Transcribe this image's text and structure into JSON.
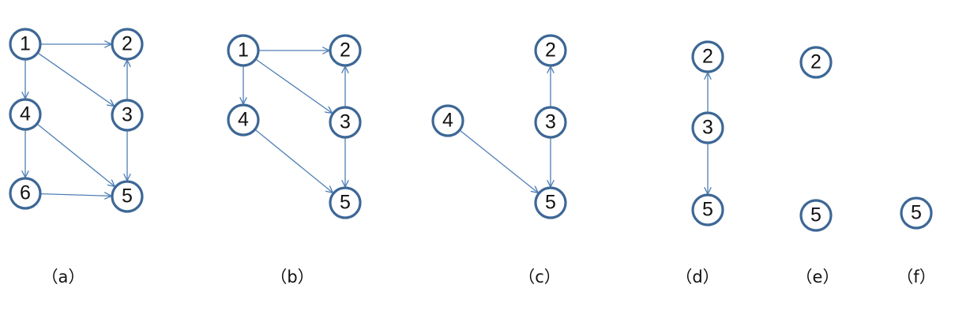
{
  "colors": {
    "node_stroke": "#3d6796",
    "edge": "#4f7fb5",
    "text": "#111111"
  },
  "panels": [
    {
      "caption": "（a）",
      "nodes": [
        "1",
        "2",
        "3",
        "4",
        "5",
        "6"
      ],
      "edges": [
        [
          "1",
          "2"
        ],
        [
          "1",
          "4"
        ],
        [
          "1",
          "3"
        ],
        [
          "3",
          "2"
        ],
        [
          "3",
          "5"
        ],
        [
          "4",
          "5"
        ],
        [
          "4",
          "6"
        ],
        [
          "6",
          "5"
        ]
      ]
    },
    {
      "caption": "（b）",
      "nodes": [
        "1",
        "2",
        "3",
        "4",
        "5"
      ],
      "edges": [
        [
          "1",
          "2"
        ],
        [
          "1",
          "4"
        ],
        [
          "1",
          "3"
        ],
        [
          "3",
          "2"
        ],
        [
          "3",
          "5"
        ],
        [
          "4",
          "5"
        ]
      ]
    },
    {
      "caption": "（c）",
      "nodes": [
        "2",
        "3",
        "4",
        "5"
      ],
      "edges": [
        [
          "3",
          "2"
        ],
        [
          "3",
          "5"
        ],
        [
          "4",
          "5"
        ]
      ]
    },
    {
      "caption": "（d）",
      "nodes": [
        "2",
        "3",
        "5"
      ],
      "edges": [
        [
          "3",
          "2"
        ],
        [
          "3",
          "5"
        ]
      ]
    },
    {
      "caption": "（e）",
      "nodes": [
        "2",
        "5"
      ],
      "edges": []
    },
    {
      "caption": "（f）",
      "nodes": [
        "5"
      ],
      "edges": []
    }
  ]
}
